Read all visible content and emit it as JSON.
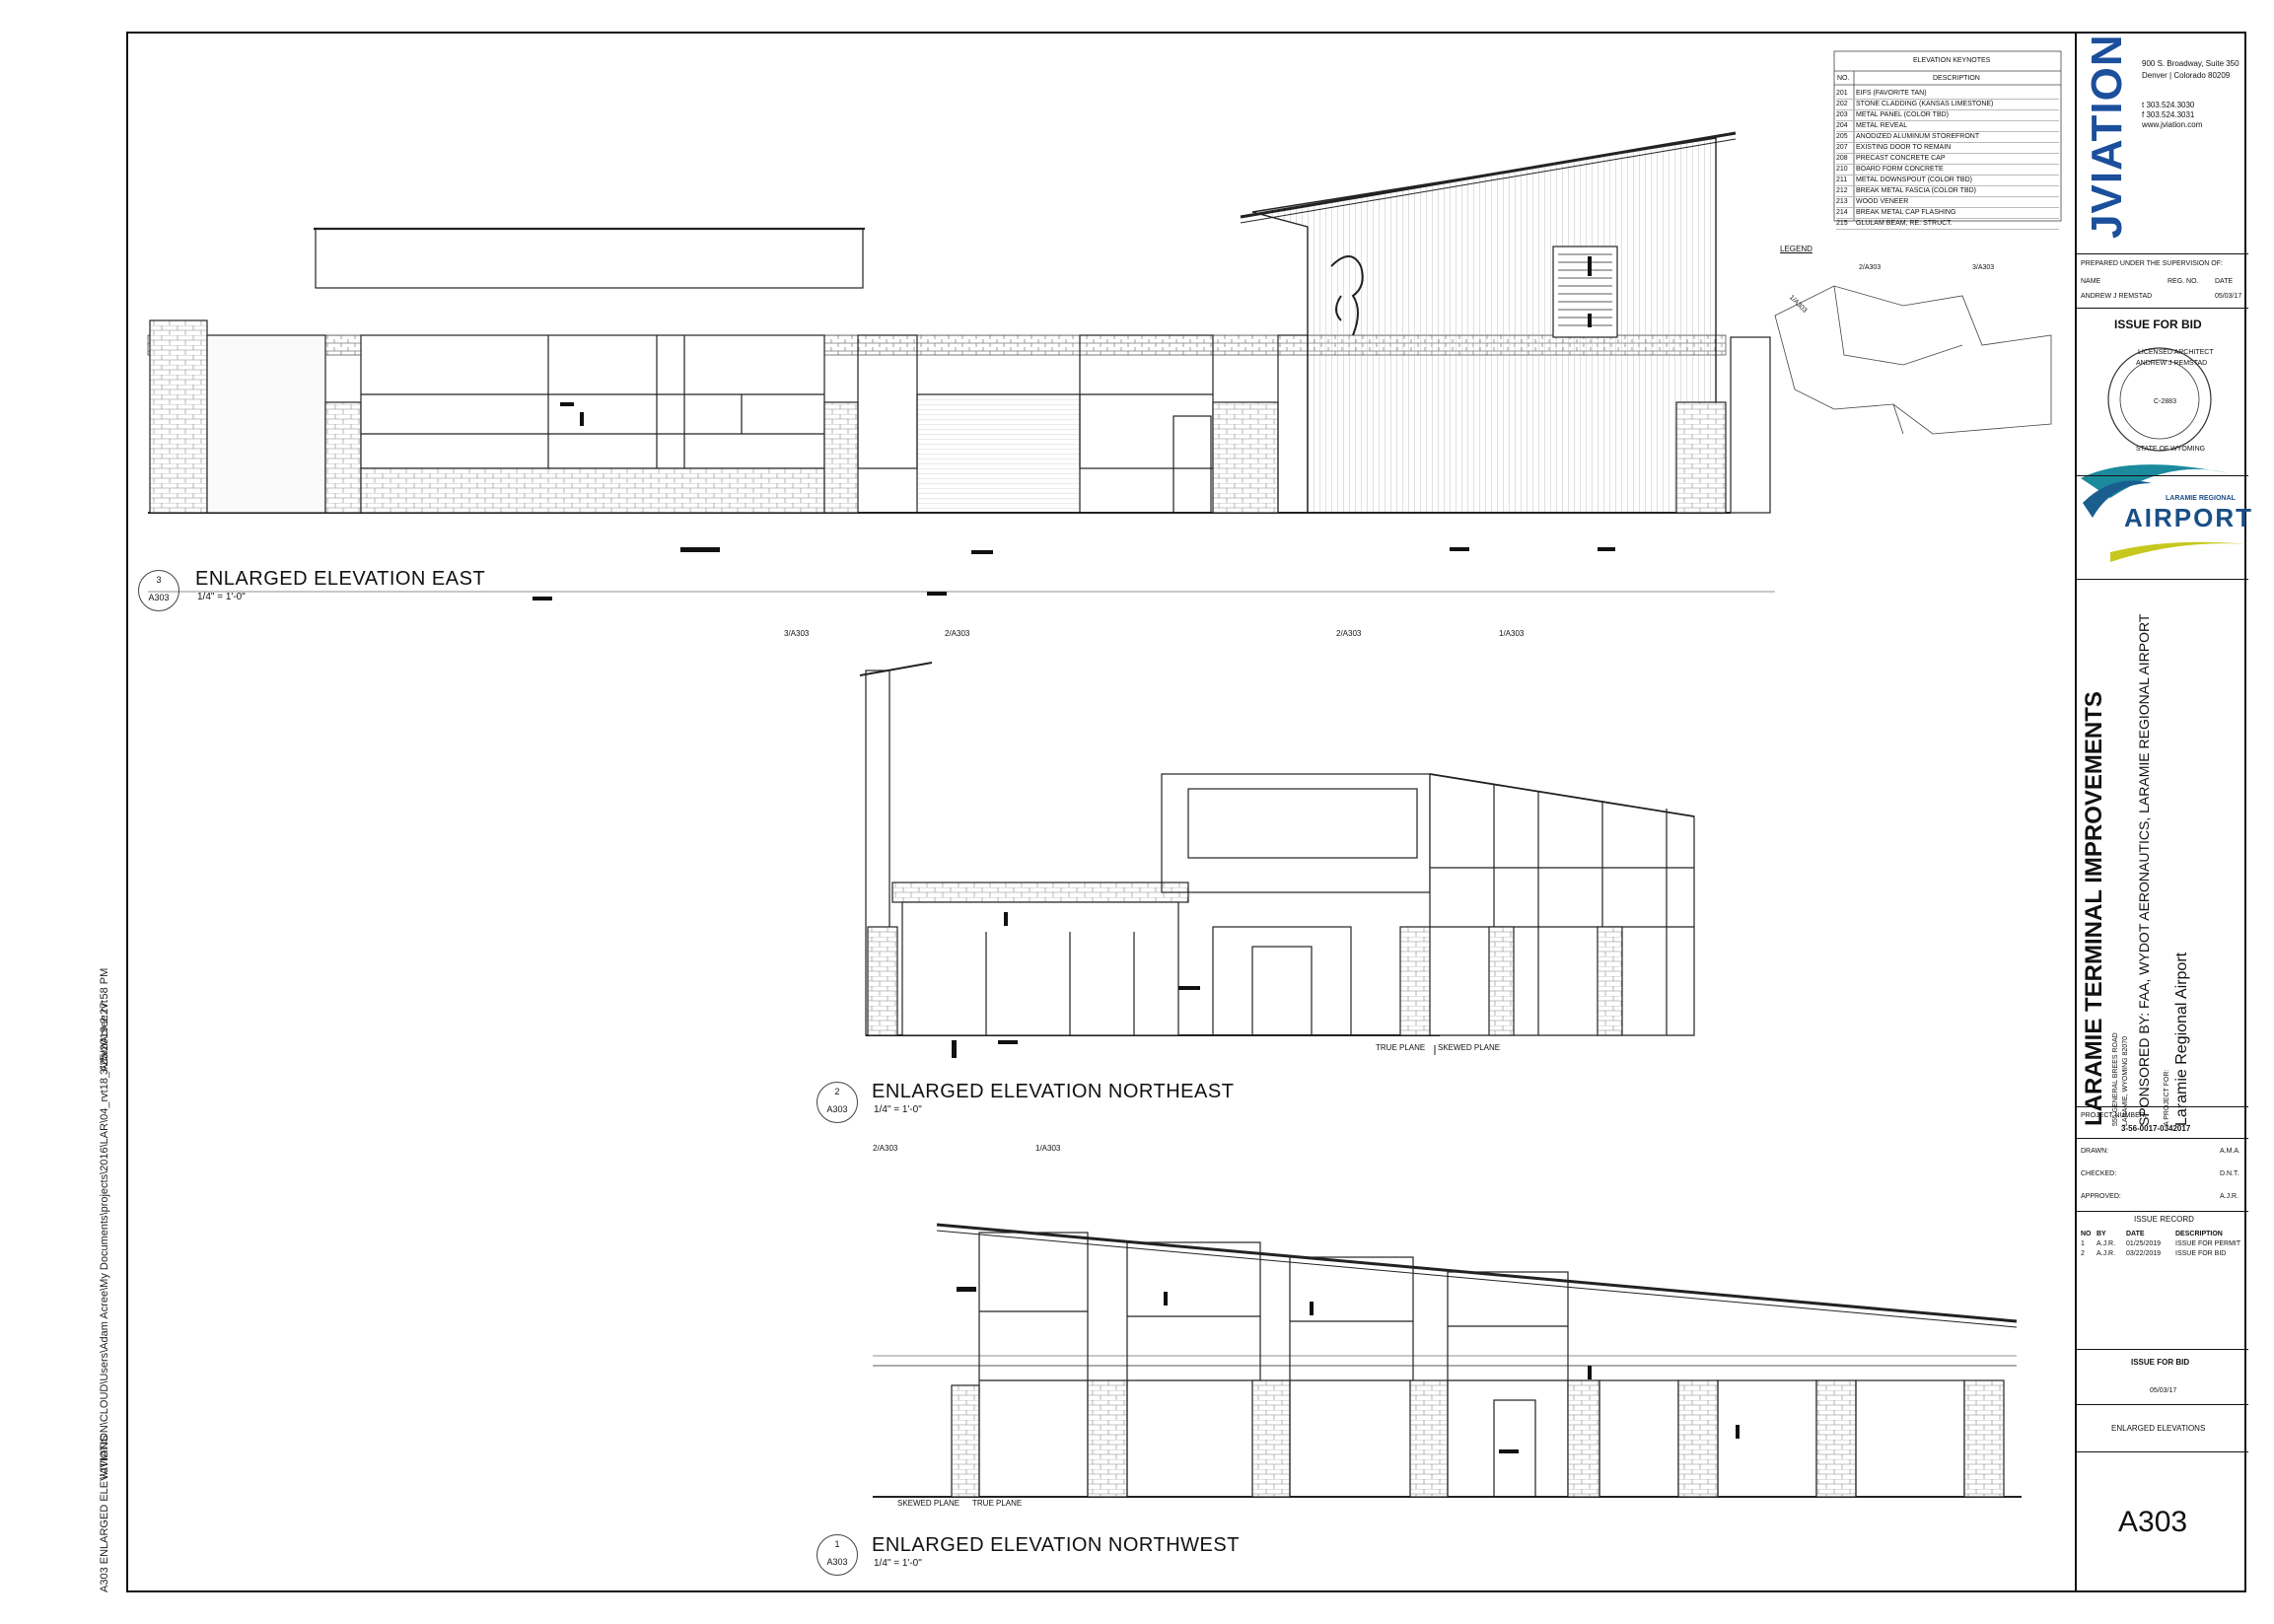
{
  "side_notes": {
    "file_path": "\\\\JVIATION\\CLOUD\\Users\\Adam Acree\\My Documents\\projects\\2016\\LAR\\04_rvt18_AdamAcree.rvt",
    "timestamp": "3/25/2019 2:27:58 PM",
    "sheet_caption": "A303 ENLARGED ELEVATIONS"
  },
  "views": {
    "east": {
      "num": "3",
      "sheet": "A303",
      "title": "ENLARGED ELEVATION EAST",
      "scale": "1/4\" = 1'-0\""
    },
    "northeast": {
      "num": "2",
      "sheet": "A303",
      "title": "ENLARGED ELEVATION NORTHEAST",
      "scale": "1/4\" = 1'-0\""
    },
    "northwest": {
      "num": "1",
      "sheet": "A303",
      "title": "ENLARGED ELEVATION NORTHWEST",
      "scale": "1/4\" = 1'-0\""
    }
  },
  "keynotes": {
    "title": "ELEVATION KEYNOTES",
    "col_no": "NO.",
    "col_desc": "DESCRIPTION",
    "rows": [
      {
        "no": "201",
        "desc": "EIFS (FAVORITE TAN)"
      },
      {
        "no": "202",
        "desc": "STONE CLADDING (KANSAS LIMESTONE)"
      },
      {
        "no": "203",
        "desc": "METAL PANEL (COLOR TBD)"
      },
      {
        "no": "204",
        "desc": "METAL REVEAL"
      },
      {
        "no": "205",
        "desc": "ANODIZED ALUMINUM STOREFRONT"
      },
      {
        "no": "207",
        "desc": "EXISTING DOOR TO REMAIN"
      },
      {
        "no": "208",
        "desc": "PRECAST CONCRETE CAP"
      },
      {
        "no": "210",
        "desc": "BOARD FORM CONCRETE"
      },
      {
        "no": "211",
        "desc": "METAL DOWNSPOUT (COLOR TBD)"
      },
      {
        "no": "212",
        "desc": "BREAK METAL FASCIA (COLOR TBD)"
      },
      {
        "no": "213",
        "desc": "WOOD VENEER"
      },
      {
        "no": "214",
        "desc": "BREAK METAL CAP FLASHING"
      },
      {
        "no": "215",
        "desc": "GLULAM BEAM, RE: STRUCT."
      }
    ]
  },
  "legend": {
    "title": "LEGEND",
    "ref1": "2/A303",
    "ref2": "3/A303",
    "ref3": "1/A303"
  },
  "cuts": {
    "a": "3/A303",
    "b": "2/A303",
    "c": "2/A303",
    "d": "1/A303",
    "e": "2/A303",
    "f": "1/A303"
  },
  "planes": {
    "true": "TRUE PLANE",
    "skewed": "SKEWED PLANE"
  },
  "titleblock": {
    "brand": "JVIATION",
    "address1": "900 S. Broadway, Suite 350",
    "address2": "Denver | Colorado 80209",
    "phone": "t 303.524.3030",
    "fax": "f 303.524.3031",
    "web": "www.jviation.com",
    "supervision": "PREPARED UNDER THE SUPERVISION OF:",
    "col_name": "NAME",
    "col_reg": "REG. NO.",
    "col_date": "DATE",
    "name": "ANDREW J REMSTAD",
    "sup_date": "05/03/17",
    "issue_stamp": "ISSUE FOR BID",
    "seal_top": "LICENSED ARCHITECT",
    "seal_name": "ANDREW J REMSTAD",
    "seal_no": "C-2883",
    "seal_bottom": "STATE OF WYOMING",
    "airport_small": "LARAMIE REGIONAL",
    "airport_big": "AIRPORT",
    "project_title": "LARAMIE TERMINAL IMPROVEMENTS",
    "project_addr1": "555 GENERAL BREES ROAD",
    "project_addr2": "LARAMIE, WYOMING 82070",
    "sponsors": "SPONSORED BY: FAA, WYDOT AERONAUTICS, LARAMIE REGIONAL AIRPORT",
    "project_for_label": "A PROJECT FOR:",
    "project_for": "Laramie Regional Airport",
    "project_number_label": "PROJECT NUMBER:",
    "project_number": "3-56-0017-0342017",
    "drawn_label": "DRAWN:",
    "drawn": "A.M.A.",
    "checked_label": "CHECKED:",
    "checked": "D.N.T.",
    "approved_label": "APPROVED:",
    "approved": "A.J.R.",
    "issue_record_title": "ISSUE RECORD",
    "issue_cols": [
      "NO",
      "BY",
      "DATE",
      "DESCRIPTION"
    ],
    "issues": [
      [
        "1",
        "A.J.R.",
        "01/25/2019",
        "ISSUE FOR PERMIT"
      ],
      [
        "2",
        "A.J.R.",
        "03/22/2019",
        "ISSUE FOR BID"
      ]
    ],
    "status": "ISSUE FOR BID",
    "status_date": "05/03/17",
    "sheet_title": "ENLARGED ELEVATIONS",
    "sheet_number": "A303"
  }
}
